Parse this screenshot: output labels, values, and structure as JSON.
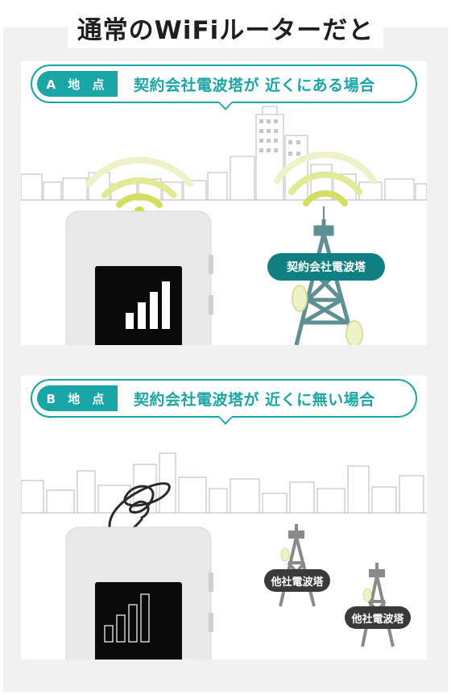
{
  "title": "通常のWiFiルーターだと",
  "panel_a": {
    "tag": "A 地 点",
    "caption": "契約会社電波塔が 近くにある場合",
    "tower_label": "契約会社電波塔",
    "signal_bars_lit": 4,
    "signal_bars_total": 4
  },
  "panel_b": {
    "tag": "B 地 点",
    "caption": "契約会社電波塔が 近くに無い場合",
    "tower_label_1": "他社電波塔",
    "tower_label_2": "他社電波塔",
    "signal_bars_lit": 0,
    "signal_bars_total": 4
  },
  "colors": {
    "teal": "#1aa6a6",
    "teal_dark": "#0f7f82",
    "accent_red": "#e02b2b",
    "signal_yellow": "#d7e06a",
    "tower_teal": "#5d8f93",
    "tower_gray": "#8a8a8a"
  },
  "icons": [
    "wifi-signal-icon",
    "tangled-signal-icon",
    "cell-tower-icon",
    "signal-bars-icon"
  ]
}
